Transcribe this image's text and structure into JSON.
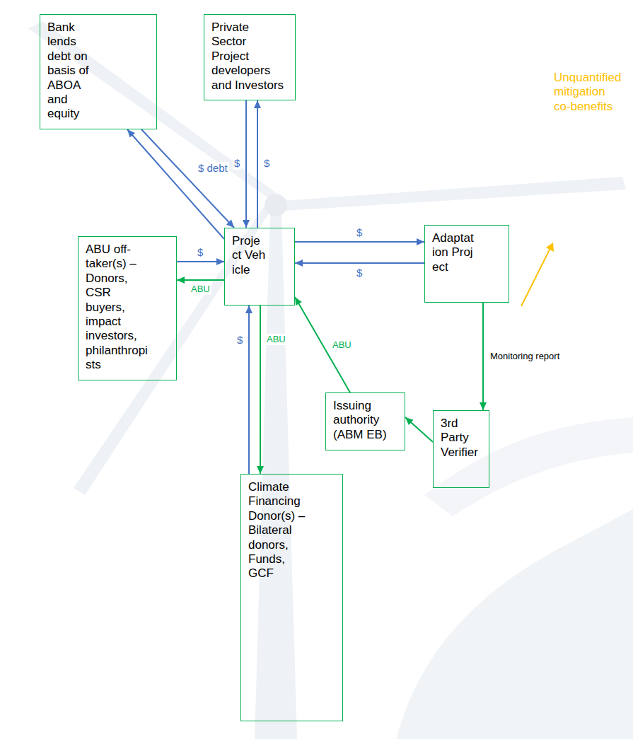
{
  "diagram": {
    "nodes": [
      {
        "text": [
          "Bank lends debt on basis of ABOA and equity"
        ]
      },
      {
        "text": [
          "Private Sector Project developers and Investors"
        ]
      },
      {
        "text": [
          "Project Vehicle"
        ]
      },
      {
        "text": [
          "ABU off-taker(s) – Donors, CSR buyers, impact investors, philanthropists"
        ]
      },
      {
        "text": [
          "Adaptation Project"
        ]
      },
      {
        "text": [
          "Climate Financing Donor(s) – Bilateral donors, Funds, GCF"
        ]
      },
      {
        "text": [
          "Issuing authority (ABM EB)"
        ]
      },
      {
        "text": [
          "3rd Party Verifier"
        ]
      }
    ],
    "edges": [
      {
        "from": 2,
        "to": 0,
        "arrow": "to"
      },
      {
        "from": 0,
        "to": 2,
        "label": "$ debt",
        "arrow": "to"
      },
      {
        "from": 1,
        "to": 2,
        "label": "$",
        "arrow": "to"
      },
      {
        "from": 2,
        "to": 1,
        "label": "$",
        "arrow": "to"
      },
      {
        "from": 3,
        "to": 2,
        "label": "$",
        "arrow": "to"
      },
      {
        "from": 2,
        "to": 3,
        "label": "ABU",
        "arrow": "to"
      },
      {
        "from": 2,
        "to": 4,
        "label": "$",
        "arrow": "to"
      },
      {
        "from": 4,
        "to": 2,
        "label": "$",
        "arrow": "to"
      },
      {
        "from": 5,
        "to": 2,
        "label": "$",
        "arrow": "to"
      },
      {
        "from": 2,
        "to": 5,
        "label": "ABU",
        "arrow": "to"
      },
      {
        "from": 6,
        "to": 2,
        "label": "ABU",
        "arrow": "to"
      },
      {
        "from": 4,
        "to": 7,
        "label": "Monitoring report",
        "arrow": "to"
      },
      {
        "from": 7,
        "to": 6,
        "arrow": "to"
      }
    ],
    "labels": [
      "Unquantified mitigation co-benefits"
    ]
  }
}
